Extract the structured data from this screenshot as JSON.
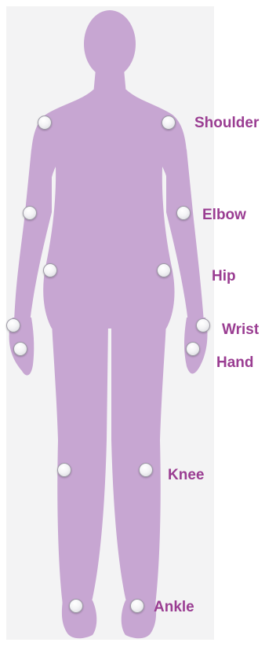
{
  "accent_color": "#9a3d92",
  "body_color": "#c7a6d2",
  "body_figure": {
    "icon": "female-body-front-silhouette"
  },
  "joints": {
    "shoulder": {
      "label": "Shoulder"
    },
    "elbow": {
      "label": "Elbow"
    },
    "hip": {
      "label": "Hip"
    },
    "wrist": {
      "label": "Wrist"
    },
    "hand": {
      "label": "Hand"
    },
    "knee": {
      "label": "Knee"
    },
    "ankle": {
      "label": "Ankle"
    }
  }
}
